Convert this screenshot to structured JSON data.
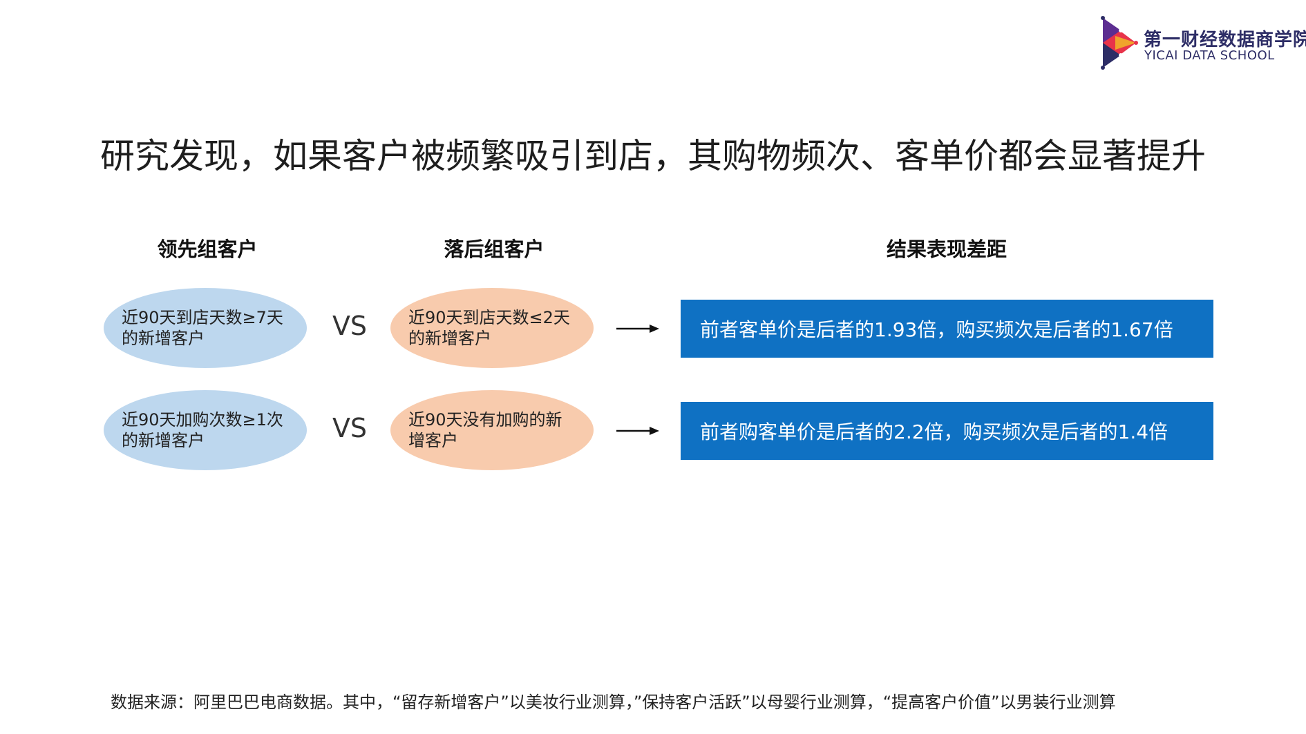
{
  "logo": {
    "cn": "第一财经数据商学院",
    "en": "YICAI DATA SCHOOL"
  },
  "title": "研究发现，如果客户被频繁吸引到店，其购物频次、客单价都会显著提升",
  "headers": {
    "lead": "领先组客户",
    "lag": "落后组客户",
    "gap": "结果表现差距"
  },
  "rows": [
    {
      "lead": [
        "近90天到店天数≥7天",
        "的新增客户"
      ],
      "vs": "VS",
      "lag": [
        "近90天到店天数≤2天",
        "的新增客户"
      ],
      "result": "前者客单价是后者的1.93倍，购买频次是后者的1.67倍"
    },
    {
      "lead": [
        "近90天加购次数≥1次",
        "的新增客户"
      ],
      "vs": "VS",
      "lag": [
        "近90天没有加购的新",
        "增客户"
      ],
      "result": "前者购客单价是后者的2.2倍，购买频次是后者的1.4倍"
    }
  ],
  "footnote": "数据来源：阿里巴巴电商数据。其中，“留存新增客户”以美妆行业测算，”保持客户活跃”以母婴行业测算，“提高客户价值”以男装行业测算",
  "colors": {
    "lead_ellipse": "#bdd7ee",
    "lag_ellipse": "#f8cbad",
    "result_box": "#0f71c3"
  }
}
